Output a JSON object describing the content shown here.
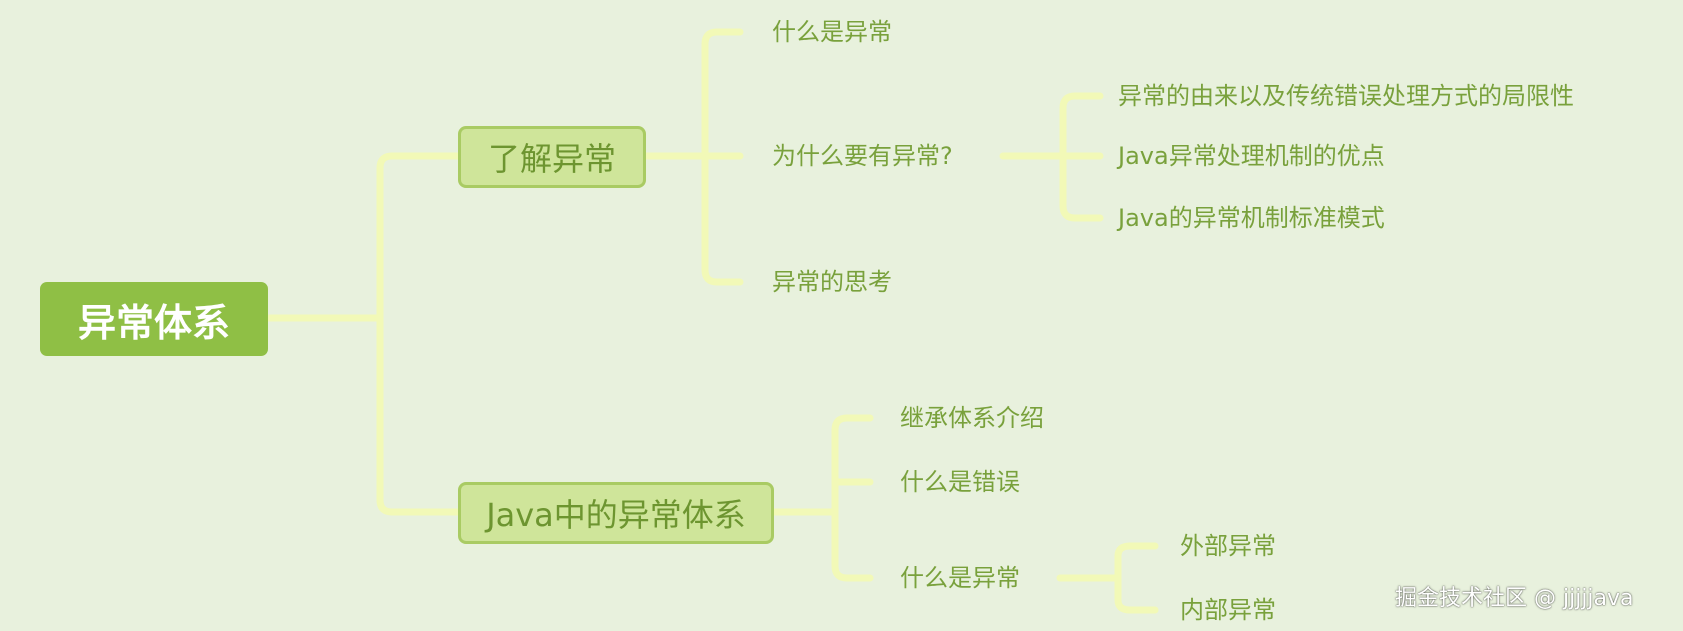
{
  "root": {
    "label": "异常体系"
  },
  "branches": [
    {
      "label": "了解异常",
      "children": [
        {
          "label": "什么是异常"
        },
        {
          "label": "为什么要有异常?",
          "children": [
            {
              "label": "异常的由来以及传统错误处理方式的局限性"
            },
            {
              "label": "Java异常处理机制的优点"
            },
            {
              "label": "Java的异常机制标准模式"
            }
          ]
        },
        {
          "label": "异常的思考"
        }
      ]
    },
    {
      "label": "Java中的异常体系",
      "children": [
        {
          "label": "继承体系介绍"
        },
        {
          "label": "什么是错误"
        },
        {
          "label": "什么是异常",
          "children": [
            {
              "label": "外部异常"
            },
            {
              "label": "内部异常"
            }
          ]
        }
      ]
    }
  ],
  "watermark": "掘金技术社区 @ jjjjjava",
  "colors": {
    "background": "#e8f1dd",
    "root_fill": "#8fbf45",
    "branch_fill": "#cfe59a",
    "branch_border": "#a9cb63",
    "connector": "#f2f9b7",
    "text": "#79a13c"
  }
}
